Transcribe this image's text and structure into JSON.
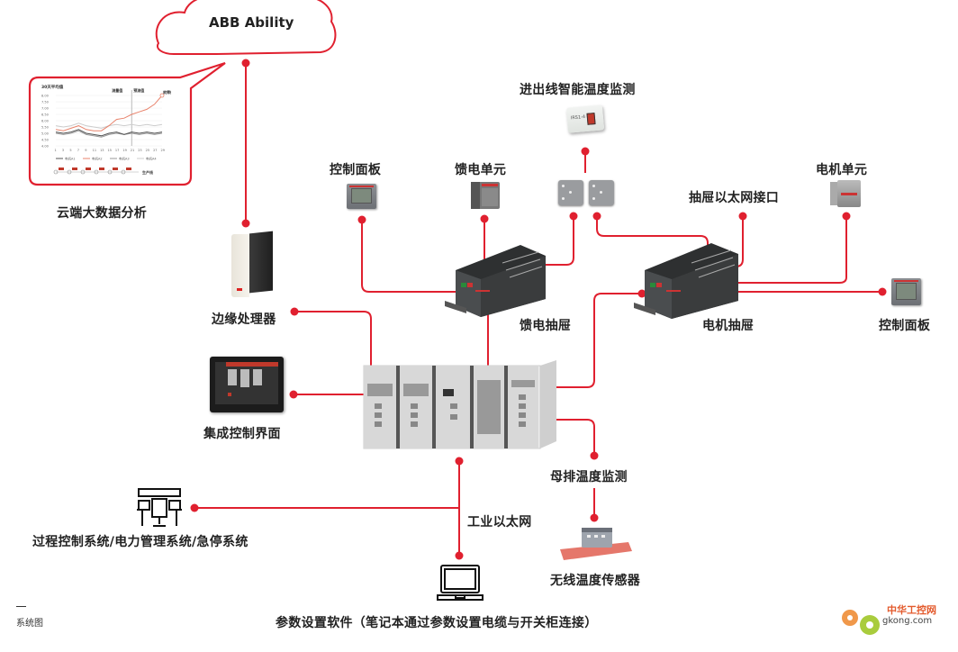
{
  "cloud": {
    "title": "ABB Ability"
  },
  "analytics": {
    "label": "云端大数据分析",
    "chart_data": {
      "type": "line",
      "title": "30天平均值",
      "annotations": [
        "测量值",
        "预测值",
        "故障值"
      ],
      "footer_label": "生产线",
      "x": [
        1,
        3,
        5,
        7,
        9,
        11,
        13,
        15,
        17,
        19,
        21,
        23,
        25,
        27,
        29
      ],
      "yticks": [
        "4.00",
        "4.50",
        "5.00",
        "5.50",
        "6.00",
        "6.50",
        "7.00",
        "7.50",
        "8.00"
      ],
      "ylim": [
        4.0,
        8.0
      ],
      "series": [
        {
          "name": "电机A1",
          "color": "#555555",
          "values": [
            5.1,
            5.0,
            5.1,
            5.3,
            5.0,
            4.9,
            4.8,
            5.0,
            5.1,
            4.9,
            5.1,
            5.0,
            5.1,
            5.0,
            5.1
          ]
        },
        {
          "name": "电机A2",
          "color": "#e8836c",
          "values": [
            5.3,
            5.2,
            5.4,
            5.6,
            5.3,
            5.2,
            5.2,
            5.6,
            6.1,
            6.2,
            6.5,
            6.7,
            6.9,
            7.3,
            8.0
          ]
        },
        {
          "name": "电机A3",
          "color": "#999999",
          "values": [
            5.0,
            4.9,
            5.0,
            5.2,
            4.9,
            4.8,
            4.7,
            4.9,
            5.0,
            4.9,
            5.0,
            4.9,
            5.0,
            4.9,
            5.0
          ]
        },
        {
          "name": "电机A4",
          "color": "#cccccc",
          "values": [
            5.6,
            5.5,
            5.6,
            5.8,
            5.6,
            5.5,
            5.4,
            5.6,
            5.7,
            5.6,
            5.7,
            5.6,
            5.7,
            5.6,
            5.7
          ]
        }
      ],
      "forecast_start_x": 21
    }
  },
  "labels": {
    "incoming_temp": "进出线智能温度监测",
    "control_panel_left": "控制面板",
    "feeder_unit": "馈电单元",
    "motor_unit": "电机单元",
    "drawer_ethernet": "抽屉以太网接口",
    "edge_processor": "边缘处理器",
    "feeder_drawer": "馈电抽屉",
    "motor_drawer": "电机抽屉",
    "control_panel_right": "控制面板",
    "hmi": "集成控制界面",
    "busbar_temp": "母排温度监测",
    "industrial_ethernet": "工业以太网",
    "wireless_sensor": "无线温度传感器",
    "process_control": "过程控制系统/电力管理系统/急停系统",
    "param_software": "参数设置软件（笔记本通过参数设置电缆与开关柜连接）",
    "caption": "系统图",
    "temp_module_tag": "IRS1-4"
  },
  "watermark": {
    "cn": "中华工控网",
    "url": "gkong.com"
  },
  "colors": {
    "accent": "#e0202f",
    "text": "#222222"
  }
}
